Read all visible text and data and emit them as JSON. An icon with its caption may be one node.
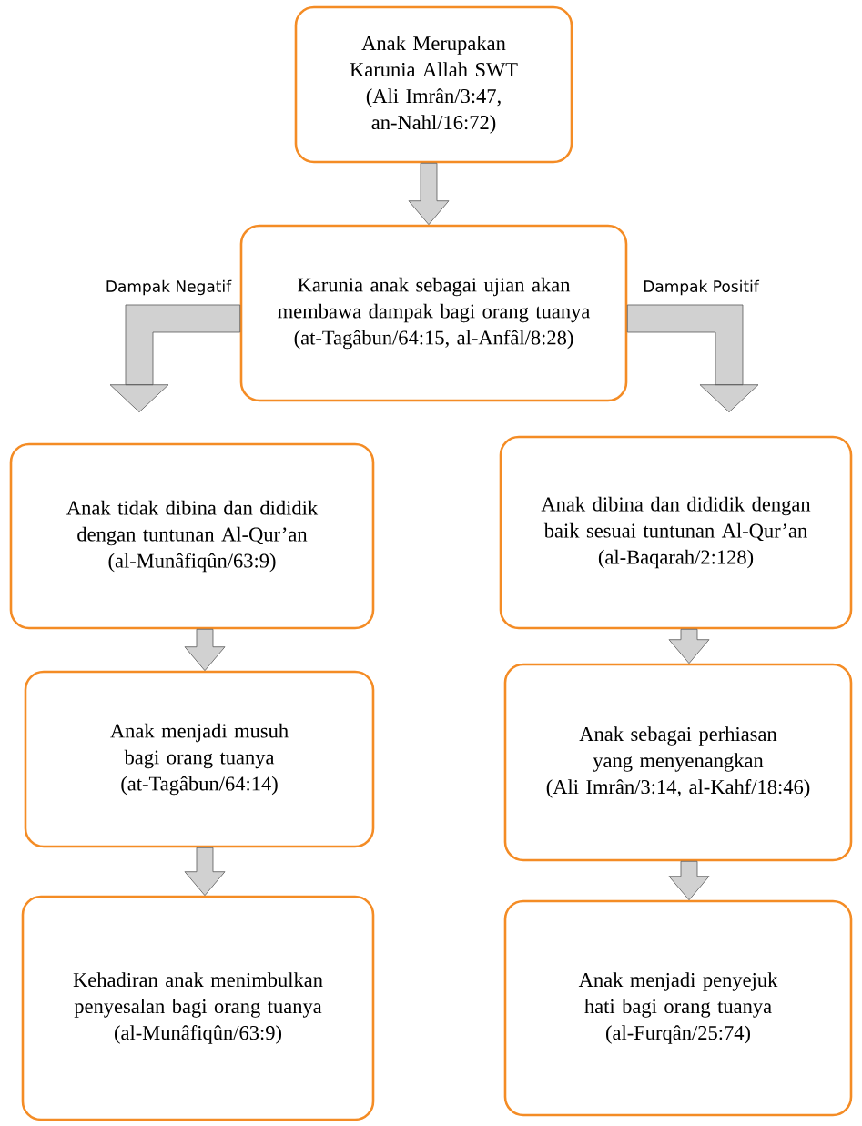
{
  "diagram": {
    "nodes": [
      {
        "text": [
          "Anak Merupakan Karunia Allah SWT",
          "(Ali Imrân/3:47, an-Nahl/16:72)"
        ]
      },
      {
        "text": [
          "Karunia anak sebagai ujian akan membawa dampak bagi orang tuanya",
          "(at-Tagâbun/64:15, al-Anfâl/8:28)"
        ]
      },
      {
        "text": [
          "Anak tidak dibina dan dididik dengan tuntunan Al-Qur’an",
          "(al-Munâfiqûn/63:9)"
        ]
      },
      {
        "text": [
          "Anak menjadi musuh bagi orang tuanya",
          "(at-Tagâbun/64:14)"
        ]
      },
      {
        "text": [
          "Kehadiran anak menimbulkan penyesalan bagi orang tuanya",
          "(al-Munâfiqûn/63:9)"
        ]
      },
      {
        "text": [
          "Anak dibina dan dididik dengan baik sesuai tuntunan Al-Qur’an",
          "(al-Baqarah/2:128)"
        ]
      },
      {
        "text": [
          "Anak sebagai perhiasan yang menyenangkan",
          "(Ali Imrân/3:14, al-Kahf/18:46)"
        ]
      },
      {
        "text": [
          "Anak menjadi penyejuk hati bagi orang tuanya",
          "(al-Furqân/25:74)"
        ]
      }
    ],
    "edges": [
      {
        "from": 0,
        "to": 1,
        "arrow": "to"
      },
      {
        "from": 1,
        "to": 2,
        "arrow": "to",
        "label": "Dampak Negatif"
      },
      {
        "from": 1,
        "to": 5,
        "arrow": "to",
        "label": "Dampak Positif"
      },
      {
        "from": 2,
        "to": 3,
        "arrow": "to"
      },
      {
        "from": 3,
        "to": 4,
        "arrow": "to"
      },
      {
        "from": 5,
        "to": 6,
        "arrow": "to"
      },
      {
        "from": 6,
        "to": 7,
        "arrow": "to"
      }
    ]
  }
}
